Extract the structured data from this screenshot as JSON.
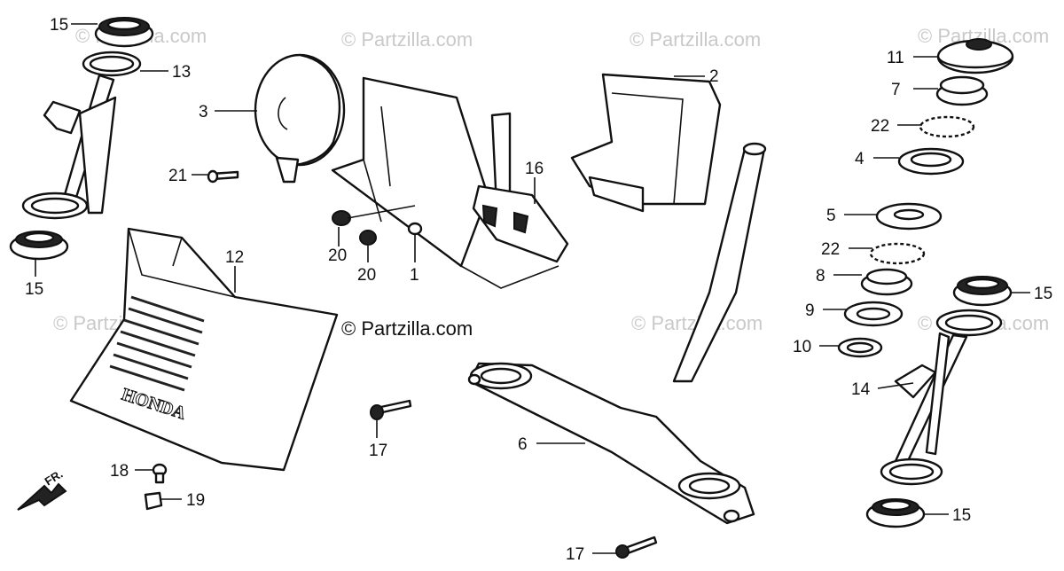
{
  "watermark": {
    "text": "© Partzilla.com",
    "color": "#c9c9c9"
  },
  "brand_text": "HONDA",
  "front_marker": "FR.",
  "callouts": {
    "c15a": "15",
    "c13": "13",
    "c15b": "15",
    "c3": "3",
    "c21": "21",
    "c12": "12",
    "c20a": "20",
    "c20b": "20",
    "c1": "1",
    "c16": "16",
    "c2": "2",
    "c17a": "17",
    "c17b": "17",
    "c18": "18",
    "c19": "19",
    "c6": "6",
    "c11": "11",
    "c7": "7",
    "c22a": "22",
    "c4": "4",
    "c5": "5",
    "c22b": "22",
    "c8": "8",
    "c9": "9",
    "c10": "10",
    "c14": "14",
    "c15c": "15",
    "c15d": "15"
  }
}
